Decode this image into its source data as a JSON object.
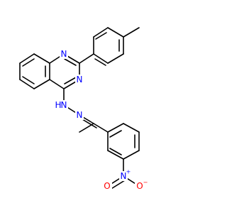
{
  "molecule": {
    "colors": {
      "bond": "#000000",
      "nitrogen": "#0000ff",
      "oxygen": "#ff0000"
    },
    "labels": {
      "n1": "N",
      "n3": "N",
      "nh": "N",
      "h": "H",
      "n_azo": "N",
      "n_nitro": "N",
      "n_plus": "+",
      "o_top": "O",
      "o_side": "O",
      "o_minus": "−"
    }
  }
}
